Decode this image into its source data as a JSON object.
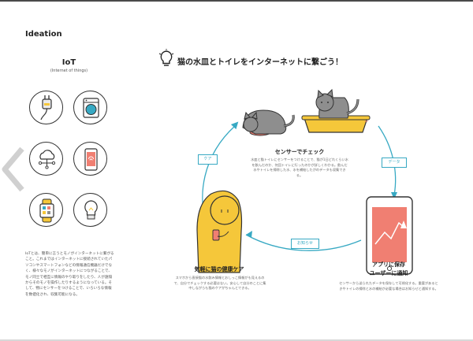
{
  "page": {
    "title": "Ideation"
  },
  "iot": {
    "title": "IoT",
    "subtitle": "(Internet of things)",
    "icons": [
      "plug-icon",
      "washing-machine-icon",
      "cloud-network-icon",
      "smartphone-icon",
      "smartwatch-icon",
      "lightbulb-icon"
    ],
    "description": "IoTとは、簡単に言うとモノがインターネットに繋がること。これまではインターネットに接続されていたパソコンやスマートフォンなどの情報通信機器だけでなく、様々なモノがインターネットにつながることで、モノ同士で相互に情報のやり取りをしたり、人が遠隔からそのモノを操作したりするようになっている。そして、物にセンサーをつけることで、いろいろな情報を数値化され、収集可能になる。"
  },
  "main": {
    "headline": "猫の水皿とトイレをインターネットに繋ごう！",
    "sensor": {
      "title": "センサーでチェック",
      "desc": "水皿と猫トイレにセンサーをつけることで、猫が1日どれくらい水を飲んだのか、何回トイレに行ったのかが詳しくわかる。飲んだ水やトイレを掃除した水、水を補給したがのデータも収集できる。"
    },
    "app": {
      "title_line1": "アプリに保存",
      "title_line2": "ユーザーに通知",
      "desc": "センサーから送られたデータを保存して可視化する。重要があるときやトイレの掃除と水の補給が必要な場合はお知らせと通知する。"
    },
    "care": {
      "title": "気軽に猫の健康ケア",
      "desc": "スマホから直接猫の水飲み情報とおしっこ情報がも見えるので、自分でチェックする必要はない。安心して自分のことに集中しながらも猫のケアがちゃんとできる。"
    },
    "labels": {
      "care": "ケア",
      "data": "データ",
      "notify": "お知らせ"
    },
    "icons": [
      "lightbulb-icon",
      "cat-drinking-illustration",
      "cat-litter-illustration",
      "smartphone-chart-illustration",
      "person-phone-illustration",
      "prev-arrow-icon"
    ]
  },
  "colors": {
    "accent": "#37a9c3",
    "yellow": "#f5c73a",
    "phone_red": "#f07f72",
    "cat_gray": "#8e8e8e"
  }
}
